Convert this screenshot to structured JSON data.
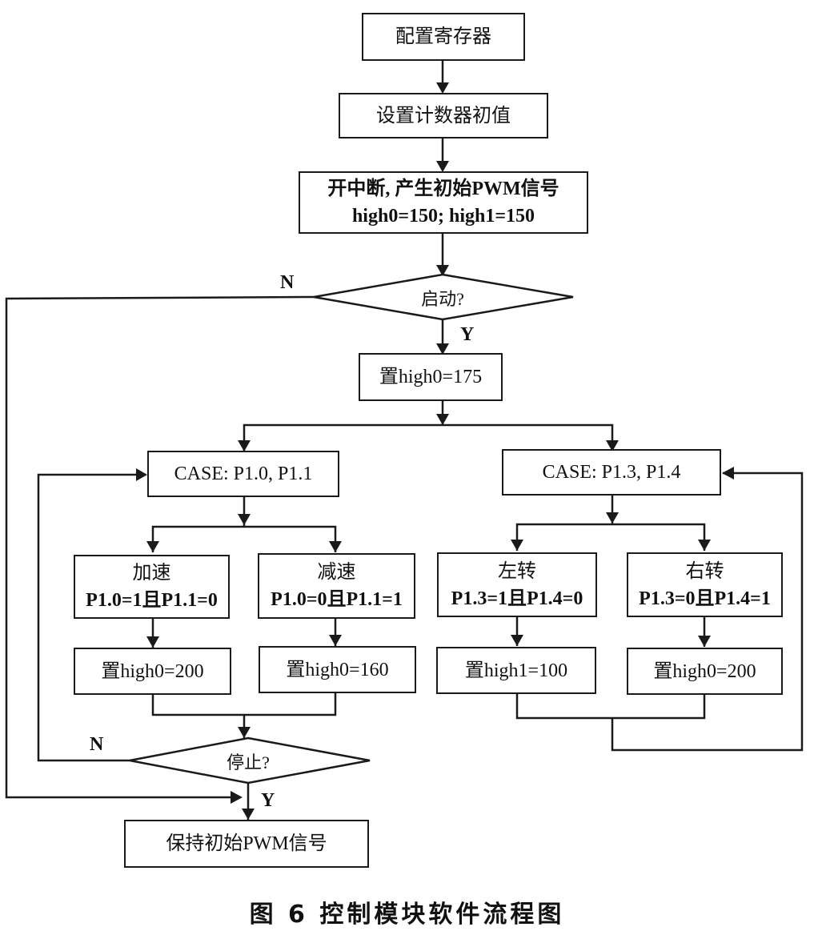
{
  "diagram": {
    "type": "flowchart",
    "caption": "图 6   控制模块软件流程图",
    "nodes": {
      "config_registers": {
        "lines": [
          "配置寄存器"
        ]
      },
      "set_counter_init": {
        "lines": [
          "设置计数器初值"
        ]
      },
      "enable_interrupt": {
        "lines": [
          "开中断, 产生初始PWM信号",
          "high0=150;  high1=150"
        ]
      },
      "start_decision": {
        "text": "启动?"
      },
      "set_high0_175": {
        "lines": [
          "置high0=175"
        ]
      },
      "case_p10_p11": {
        "lines": [
          "CASE:  P1.0, P1.1"
        ]
      },
      "case_p13_p14": {
        "lines": [
          "CASE:  P1.3, P1.4"
        ]
      },
      "accelerate": {
        "lines": [
          "加速",
          "P1.0=1且P1.1=0"
        ]
      },
      "decelerate": {
        "lines": [
          "减速",
          "P1.0=0且P1.1=1"
        ]
      },
      "turn_left": {
        "lines": [
          "左转",
          "P1.3=1且P1.4=0"
        ]
      },
      "turn_right": {
        "lines": [
          "右转",
          "P1.3=0且P1.4=1"
        ]
      },
      "set_high0_200_a": {
        "lines": [
          "置high0=200"
        ]
      },
      "set_high0_160": {
        "lines": [
          "置high0=160"
        ]
      },
      "set_high1_100": {
        "lines": [
          "置high1=100"
        ]
      },
      "set_high0_200_b": {
        "lines": [
          "置high0=200"
        ]
      },
      "stop_decision": {
        "text": "停止?"
      },
      "keep_initial_pwm": {
        "lines": [
          "保持初始PWM信号"
        ]
      }
    },
    "edge_labels": {
      "start_no": "N",
      "start_yes": "Y",
      "stop_no": "N",
      "stop_yes": "Y"
    },
    "edges": [
      {
        "from": "config_registers",
        "to": "set_counter_init"
      },
      {
        "from": "set_counter_init",
        "to": "enable_interrupt"
      },
      {
        "from": "enable_interrupt",
        "to": "start_decision"
      },
      {
        "from": "start_decision",
        "to": "set_high0_175",
        "label": "Y"
      },
      {
        "from": "start_decision",
        "to": "keep_initial_pwm",
        "label": "N"
      },
      {
        "from": "set_high0_175",
        "to": "case_p10_p11"
      },
      {
        "from": "set_high0_175",
        "to": "case_p13_p14"
      },
      {
        "from": "case_p10_p11",
        "to": "accelerate"
      },
      {
        "from": "case_p10_p11",
        "to": "decelerate"
      },
      {
        "from": "accelerate",
        "to": "set_high0_200_a"
      },
      {
        "from": "decelerate",
        "to": "set_high0_160"
      },
      {
        "from": "set_high0_200_a",
        "to": "stop_decision"
      },
      {
        "from": "set_high0_160",
        "to": "stop_decision"
      },
      {
        "from": "stop_decision",
        "to": "case_p10_p11",
        "label": "N"
      },
      {
        "from": "stop_decision",
        "to": "keep_initial_pwm",
        "label": "Y"
      },
      {
        "from": "case_p13_p14",
        "to": "turn_left"
      },
      {
        "from": "case_p13_p14",
        "to": "turn_right"
      },
      {
        "from": "turn_left",
        "to": "set_high1_100"
      },
      {
        "from": "turn_right",
        "to": "set_high0_200_b"
      },
      {
        "from": "set_high1_100",
        "to": "case_p13_p14"
      },
      {
        "from": "set_high0_200_b",
        "to": "case_p13_p14"
      }
    ]
  }
}
